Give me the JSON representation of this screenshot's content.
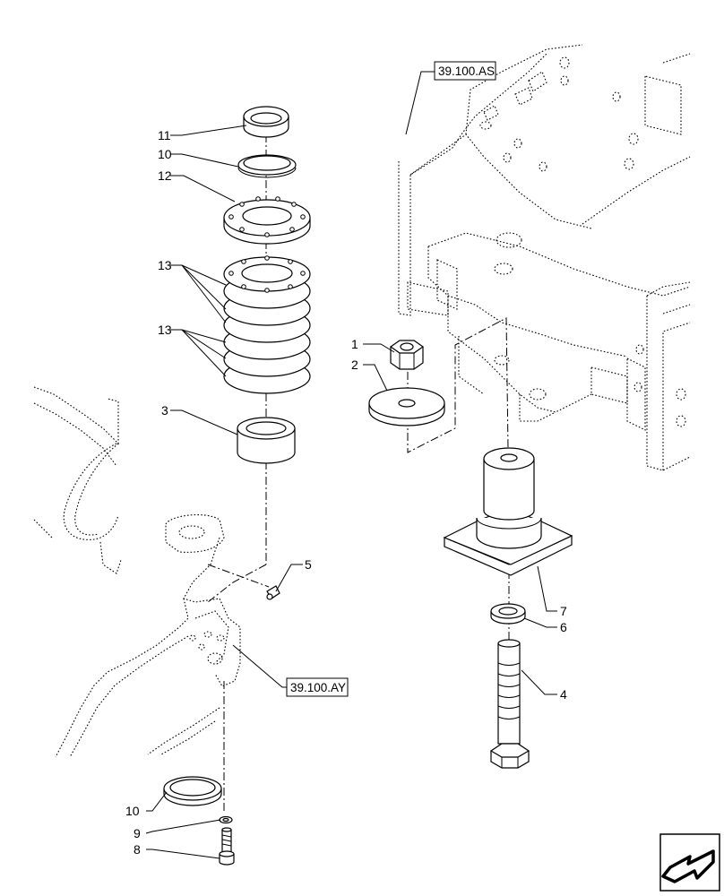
{
  "callouts": [
    {
      "id": "c11",
      "text": "11"
    },
    {
      "id": "c10a",
      "text": "10"
    },
    {
      "id": "c12",
      "text": "12"
    },
    {
      "id": "c13a",
      "text": "13"
    },
    {
      "id": "c13b",
      "text": "13"
    },
    {
      "id": "c3",
      "text": "3"
    },
    {
      "id": "c1",
      "text": "1"
    },
    {
      "id": "c2",
      "text": "2"
    },
    {
      "id": "c5",
      "text": "5"
    },
    {
      "id": "c7",
      "text": "7"
    },
    {
      "id": "c6",
      "text": "6"
    },
    {
      "id": "c4",
      "text": "4"
    },
    {
      "id": "c10b",
      "text": "10"
    },
    {
      "id": "c9",
      "text": "9"
    },
    {
      "id": "c8",
      "text": "8"
    }
  ],
  "references": [
    {
      "id": "ref-as",
      "text": "39.100.AS"
    },
    {
      "id": "ref-ay",
      "text": "39.100.AY"
    }
  ],
  "nav_icon": "arrow-left-down-icon"
}
